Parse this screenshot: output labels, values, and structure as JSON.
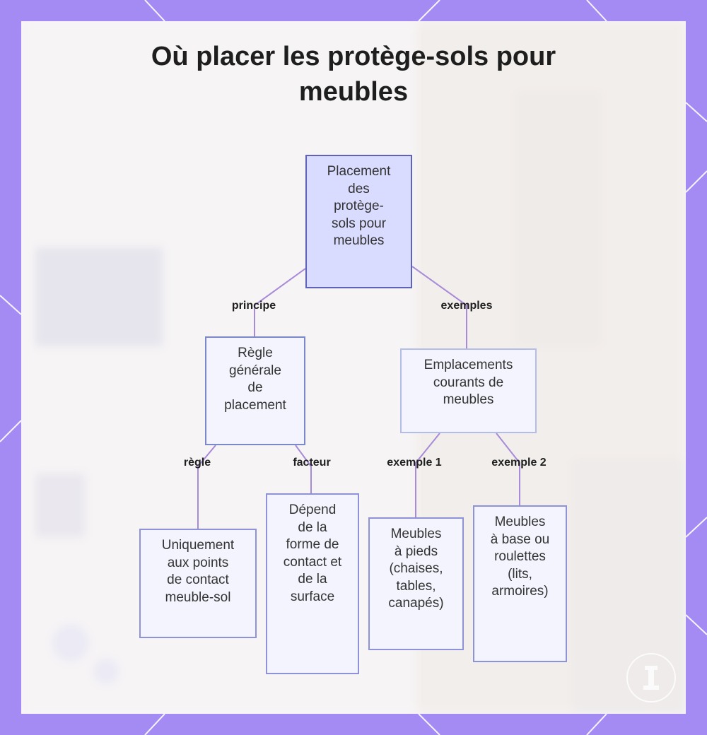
{
  "title_lines": [
    "Où placer les protège-sols pour",
    "meubles"
  ],
  "colors": {
    "frame": "#a48bf4",
    "card": "#f7f5fa",
    "root_fill": "#d9dbff",
    "root_border": "#5e63b8",
    "node_fill": "#f3f4fd",
    "node_border": "#8d93d6",
    "edge": "#a78ad8",
    "text": "#333333"
  },
  "nodes": {
    "root": [
      "Placement",
      "des",
      "protège-",
      "sols pour",
      "meubles"
    ],
    "rule": [
      "Règle",
      "générale",
      "de",
      "placement"
    ],
    "locations": [
      "Emplacements",
      "courants de",
      "meubles"
    ],
    "contact": [
      "Uniquement",
      "aux points",
      "de contact",
      "meuble-sol"
    ],
    "depends": [
      "Dépend",
      "de la",
      "forme de",
      "contact et",
      "de la",
      "surface"
    ],
    "legs": [
      "Meubles",
      "à pieds",
      "(chaises,",
      "tables,",
      "canapés)"
    ],
    "base": [
      "Meubles",
      "à base ou",
      "roulettes",
      "(lits,",
      "armoires)"
    ]
  },
  "edges": {
    "principe": "principe",
    "exemples": "exemples",
    "regle": "règle",
    "facteur": "facteur",
    "exemple1": "exemple 1",
    "exemple2": "exemple 2"
  },
  "icons": [
    "logo-watermark-icon"
  ]
}
